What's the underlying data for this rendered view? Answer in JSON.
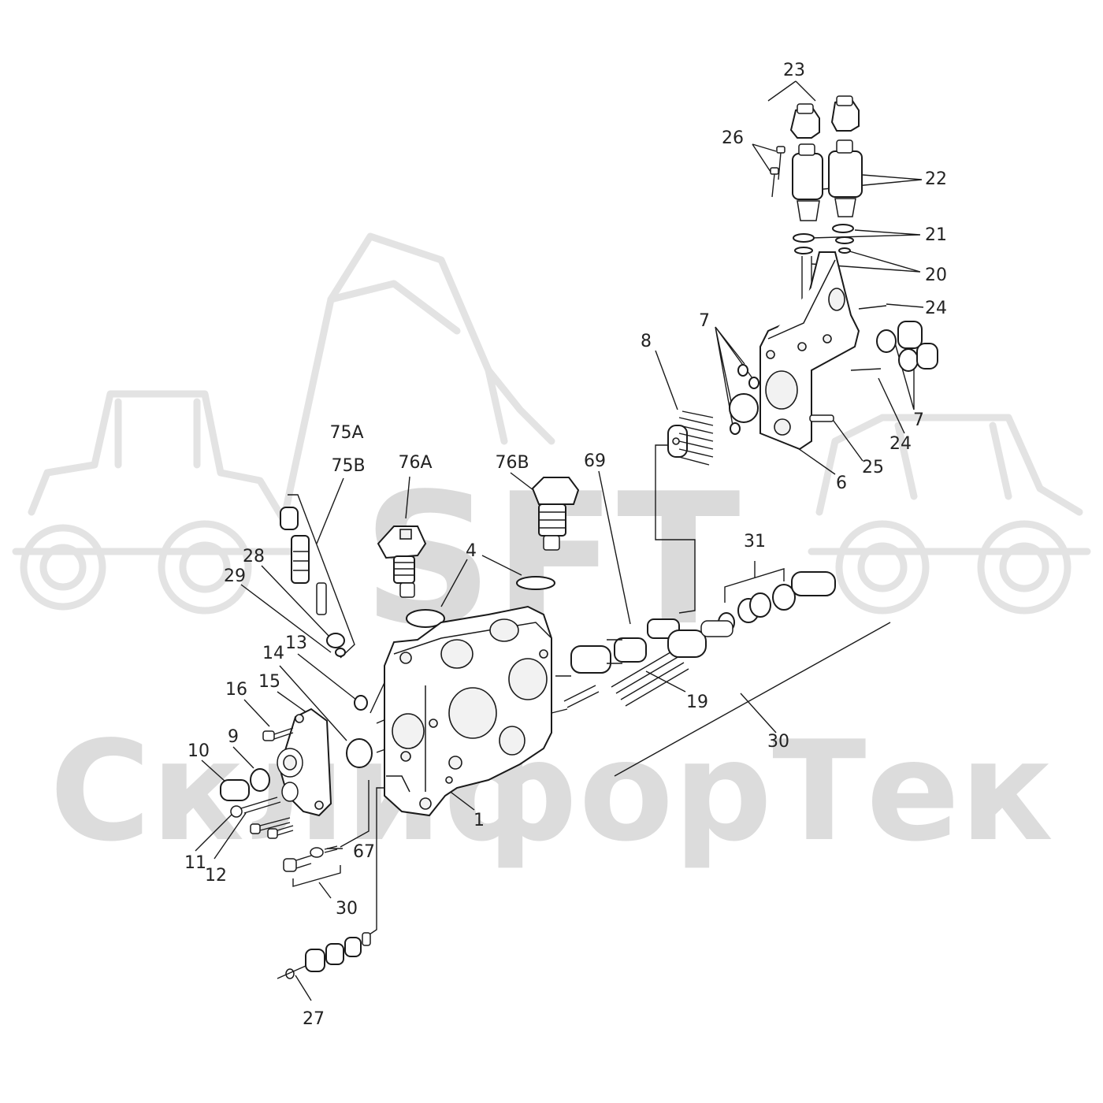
{
  "watermark": {
    "letters": "SFT",
    "brand": "СклифорТек"
  },
  "labels": {
    "l1": "1",
    "l4": "4",
    "l6": "6",
    "l7a": "7",
    "l7b": "7",
    "l8": "8",
    "l9": "9",
    "l10": "10",
    "l11": "11",
    "l12": "12",
    "l13": "13",
    "l14": "14",
    "l15": "15",
    "l16": "16",
    "l19": "19",
    "l20": "20",
    "l21": "21",
    "l22": "22",
    "l23": "23",
    "l24a": "24",
    "l24b": "24",
    "l25": "25",
    "l26": "26",
    "l27": "27",
    "l28": "28",
    "l29": "29",
    "l30a": "30",
    "l30b": "30",
    "l31": "31",
    "l67": "67",
    "l69": "69",
    "l75a": "75A",
    "l75b": "75B",
    "l76a": "76A",
    "l76b": "76B"
  }
}
